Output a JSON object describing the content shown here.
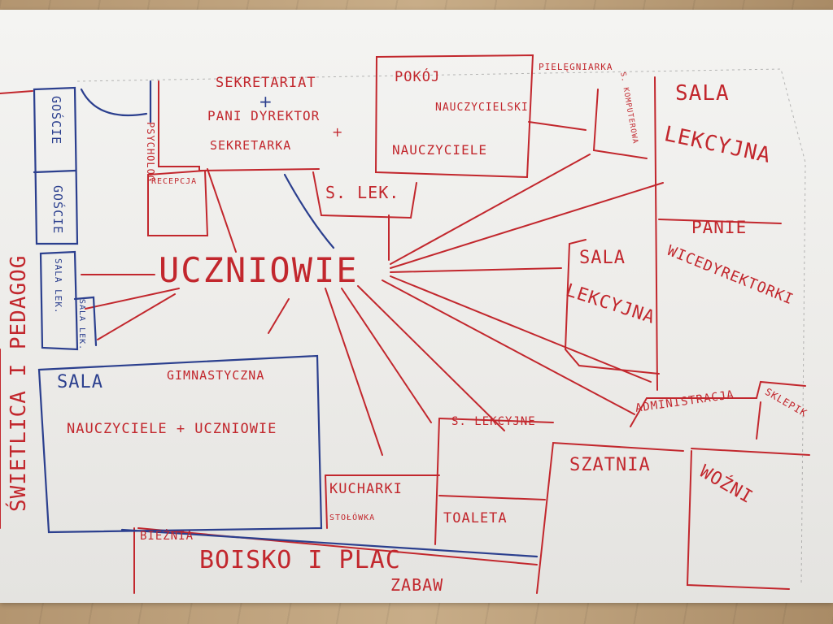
{
  "labels": {
    "sekretariat": "SEKRETARIAT",
    "pani_dyrektor": "PANI DYREKTOR",
    "sekretarka": "SEKRETARKA",
    "psycholog": "PSYCHOLOG",
    "recepcja": "RECEPCJA",
    "pokoj": "POKÓJ",
    "nauczycielski": "NAUCZYCIELSKI",
    "nauczyciele": "NAUCZYCIELE",
    "pielegniarka": "PIELĘGNIARKA",
    "s_komputerowa": "S. KOMPUTEROWA",
    "sala_lekcyjna_1a": "SALA",
    "sala_lekcyjna_1b": "LEKCYJNA",
    "s_lek": "S. LEK.",
    "uczniowie": "UCZNIOWIE",
    "goscie_1": "GOŚCIE",
    "goscie_2": "GOŚCIE",
    "sala_lek_1": "SALA LEK.",
    "sala_lek_2": "SALA LEK.",
    "swietlica": "ŚWIETLICA I PEDAGOG",
    "panie_1": "PANIE",
    "panie_2": "WICEDYREKTORKI",
    "sala_lekcyjna_2a": "SALA",
    "sala_lekcyjna_2b": "LEKCYJNA",
    "sala_gim_1": "SALA",
    "sala_gim_2": "GIMNASTYCZNA",
    "naucz_uczn": "NAUCZYCIELE + UCZNIOWIE",
    "s_lekcyjne": "S. LEKCYJNE",
    "administracja": "ADMINISTRACJA",
    "sklepik": "SKLEPIK",
    "szatnia": "SZATNIA",
    "wozni": "WOŹNI",
    "kucharki": "KUCHARKI",
    "stolowka": "STOŁÓWKA",
    "toaleta": "TOALETA",
    "biezna": "BIEŻNIA",
    "boisko": "BOISKO I PLAC",
    "zabaw": "ZABAW"
  },
  "colors": {
    "ink_red": "#c2272d",
    "ink_blue": "#2b3f8e",
    "paper": "#f0efec",
    "floor": "#b89c78"
  }
}
